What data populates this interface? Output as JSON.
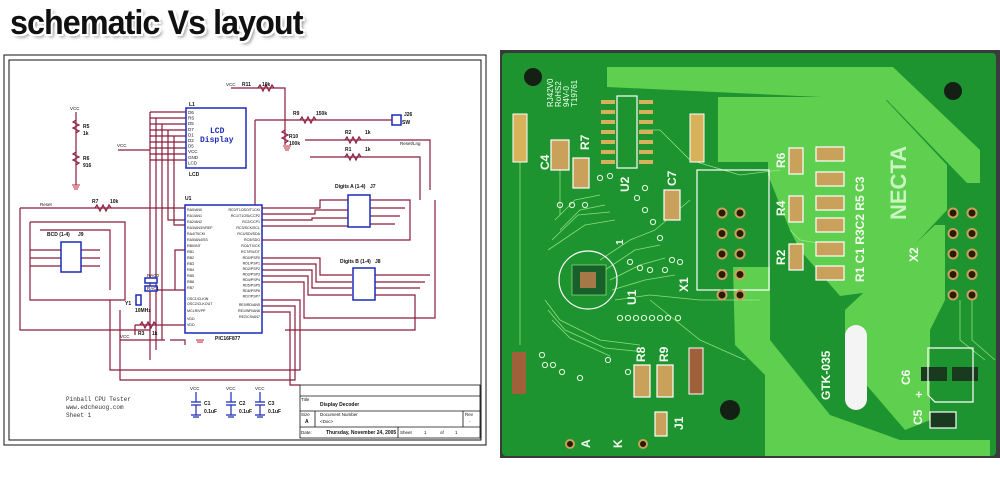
{
  "heading": "schematic Vs  layout",
  "schematic": {
    "lcd": {
      "ref": "L1",
      "label1": "LCD",
      "label2": "Display",
      "part": "LCD",
      "pins": [
        "D6",
        "RS",
        "D5",
        "D7",
        "D1",
        "D2",
        "D5",
        "VCC",
        "GND",
        "LCD"
      ]
    },
    "mcu": {
      "ref": "U1",
      "part": "PIC16F877",
      "left_pins": [
        "RA0/AN0",
        "RA1/AN1",
        "RA2/AN2",
        "RA3/AN3/VREF",
        "RA4/T0CKI",
        "RA5/AN4/SS",
        "RB0/INT",
        "RB1",
        "RB2",
        "RB3",
        "RB4",
        "RB5",
        "RB6",
        "RB7",
        "OSC1/CLKIN",
        "OSC2/CLKOUT",
        "MCLR/VPP",
        "VDD",
        "VDD"
      ],
      "right_pins": [
        "RC0/T1OSO/T1CKI",
        "RC1/T1OSI/CCP2",
        "RC2/CCP1",
        "RC3/SCK/SCL",
        "RC4/SDI/SDA",
        "RC5/SDO",
        "RC6/TX/CK",
        "RC7/RX/DT",
        "RD0/PSP0",
        "RD1/PSP1",
        "RD2/PSP2",
        "RD3/PSP3",
        "RD4/PSP4",
        "RD5/PSP5",
        "RD6/PSP6",
        "RD7/PSP7",
        "RE0/RD/AN5",
        "RE1/WR/AN6",
        "RE2/CS/AN7"
      ]
    },
    "resistors": [
      {
        "ref": "R11",
        "value": "10k"
      },
      {
        "ref": "R9",
        "value": "150k"
      },
      {
        "ref": "R10",
        "value": "100k"
      },
      {
        "ref": "R2",
        "value": "1k"
      },
      {
        "ref": "R1",
        "value": "1k"
      },
      {
        "ref": "R7",
        "value": "10k"
      },
      {
        "ref": "R5",
        "value": "1k"
      },
      {
        "ref": "R6",
        "value": "916"
      },
      {
        "ref": "R3",
        "value": "1k"
      }
    ],
    "connectors": [
      {
        "name": "Digits A (1-4)",
        "ref": "J7"
      },
      {
        "name": "Digits B (1-4)",
        "ref": "J8"
      },
      {
        "name": "BCD (1-4)",
        "ref": "J9"
      },
      {
        "ref": "J26",
        "value": "SW"
      }
    ],
    "crystal": {
      "ref": "Y1",
      "value": "10MHz"
    },
    "vcc": "VCC",
    "net_labels": [
      "Reset",
      "Reset/Lng",
      "RAC0",
      "RAC1"
    ],
    "caps": [
      {
        "ref": "C1",
        "value": "0.1uF"
      },
      {
        "ref": "C2",
        "value": "0.1uF"
      },
      {
        "ref": "C3",
        "value": "0.1uF"
      }
    ],
    "notes": [
      "Pinball CPU Tester",
      "www.edcheuog.com",
      "Sheet 1"
    ],
    "titleblock": {
      "title_label": "Title",
      "title": "Display Decoder",
      "size_label": "Size",
      "size": "A",
      "doc_label": "Document Number",
      "doc": "<Doc>",
      "rev_label": "Rev",
      "rev": "-",
      "date_label": "Date:",
      "date": "Thursday, November 24, 2005",
      "sheet_label": "Sheet",
      "sheet": "1",
      "of": "of",
      "sheets": "1"
    }
  },
  "layout": {
    "fab_marks": [
      "RJ42V0",
      "RoHS2",
      "94V-0",
      "T19761"
    ],
    "refs": {
      "c4": "C4",
      "r7": "R7",
      "u2": "U2",
      "c7": "C7",
      "r6": "R6",
      "r4": "R4",
      "r2": "R2",
      "x1": "X1",
      "u1": "U1",
      "pin1": "1",
      "r8": "R8",
      "r9": "R9",
      "j1": "J1",
      "a": "A",
      "k": "K",
      "x2": "X2",
      "c6": "C6",
      "c5": "C5",
      "plus": "+",
      "gtk": "GTK-035",
      "brand": "NECTA",
      "col1": "R1 C1 R3C2 R5 C3"
    },
    "colors": {
      "board": "#1e9430",
      "pour": "#5fcf4f",
      "gold": "#c9a15a",
      "trace": "#8b1c3c"
    }
  }
}
